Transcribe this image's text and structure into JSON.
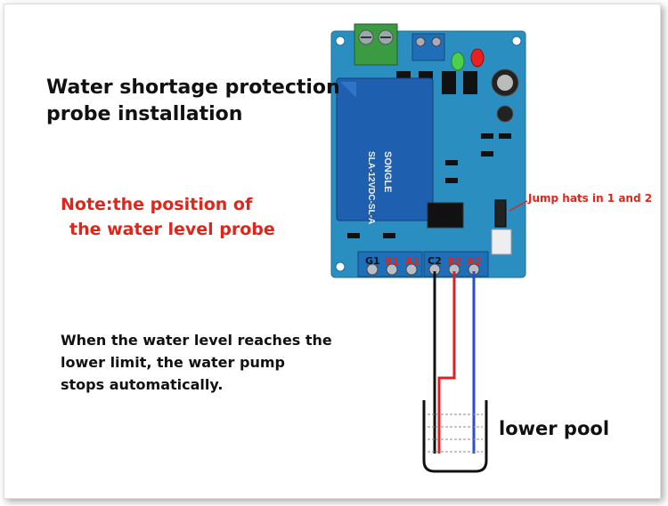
{
  "title": {
    "line1": "Water shortage protection",
    "line2": "probe installation"
  },
  "note": {
    "line1": "Note:the position of",
    "line2": "the water level probe"
  },
  "description": {
    "line1": "When the water level reaches the",
    "line2": "lower limit, the water pump",
    "line3": "stops automatically."
  },
  "jump_label": "Jump hats in 1 and 2",
  "pool_label": "lower pool",
  "terminals": {
    "g1": "G1",
    "b1": "B1",
    "a1": "A1",
    "c2": "C2",
    "b2": "B2",
    "a2": "A2"
  },
  "relay": {
    "brand": "SONGLE",
    "model": "SLA-12VDC-SL-A"
  },
  "colors": {
    "accent": "#e0251b",
    "pcb": "#2a8fc0",
    "terminal_block": "#1f6fb8",
    "relay": "#1f5fb0",
    "probe_red": "#e02020",
    "probe_blue": "#2c4bd0",
    "probe_black": "#111111"
  }
}
